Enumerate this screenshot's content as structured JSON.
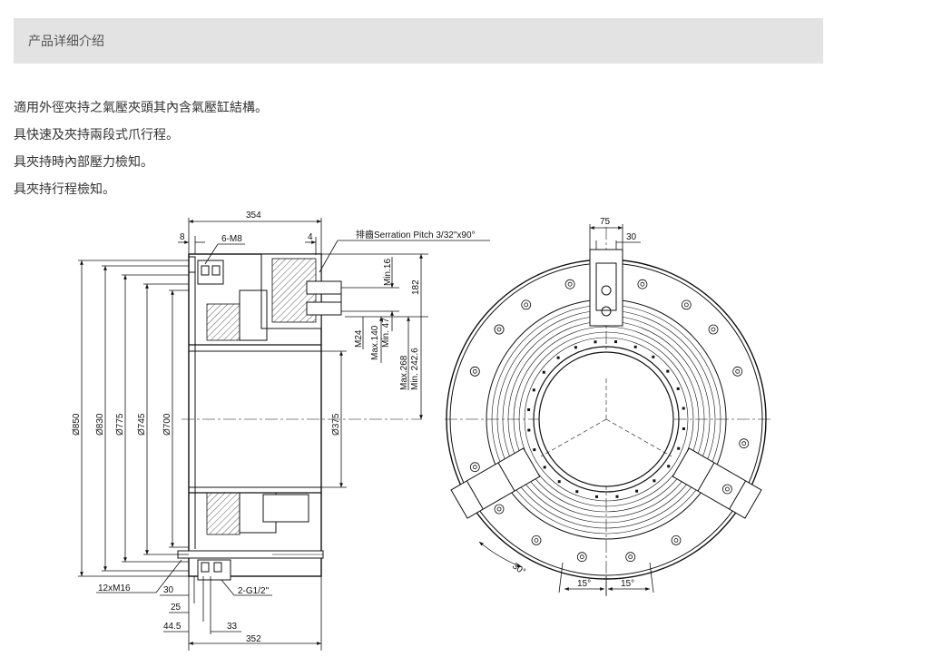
{
  "section": {
    "title": "产品详细介绍"
  },
  "features": [
    "適用外徑夾持之氣壓夾頭其內含氣壓缸結構。",
    "具快速及夾持兩段式爪行程。",
    "具夾持時內部壓力檢知。",
    "具夾持行程檢知。"
  ],
  "drawing": {
    "side_view": {
      "top_width": "354",
      "bottom_width": "352",
      "bolt_offset": "8",
      "bolt_thread": "6-M8",
      "right_offset": "4",
      "serration": "排齒Serration Pitch 3/32\"x90°",
      "min_16": "Min.16",
      "dim_182": "182",
      "m24": "M24",
      "max_140": "Max.140",
      "min_47": "Min. 47",
      "max_268": "Max.268",
      "min_242": "Min. 242.6",
      "bore": "Ø375",
      "diameters": [
        "Ø850",
        "Ø830",
        "Ø775",
        "Ø745",
        "Ø700"
      ],
      "mount_thread": "12xM16",
      "dim_30": "30",
      "dim_25": "25",
      "dim_44_5": "44.5",
      "dim_33": "33",
      "port_thread": "2-G1/2\""
    },
    "front_view": {
      "jaw_width": "75",
      "jaw_key": "30",
      "angle_30": "30°",
      "angle_15_a": "15°",
      "angle_15_b": "15°"
    }
  }
}
